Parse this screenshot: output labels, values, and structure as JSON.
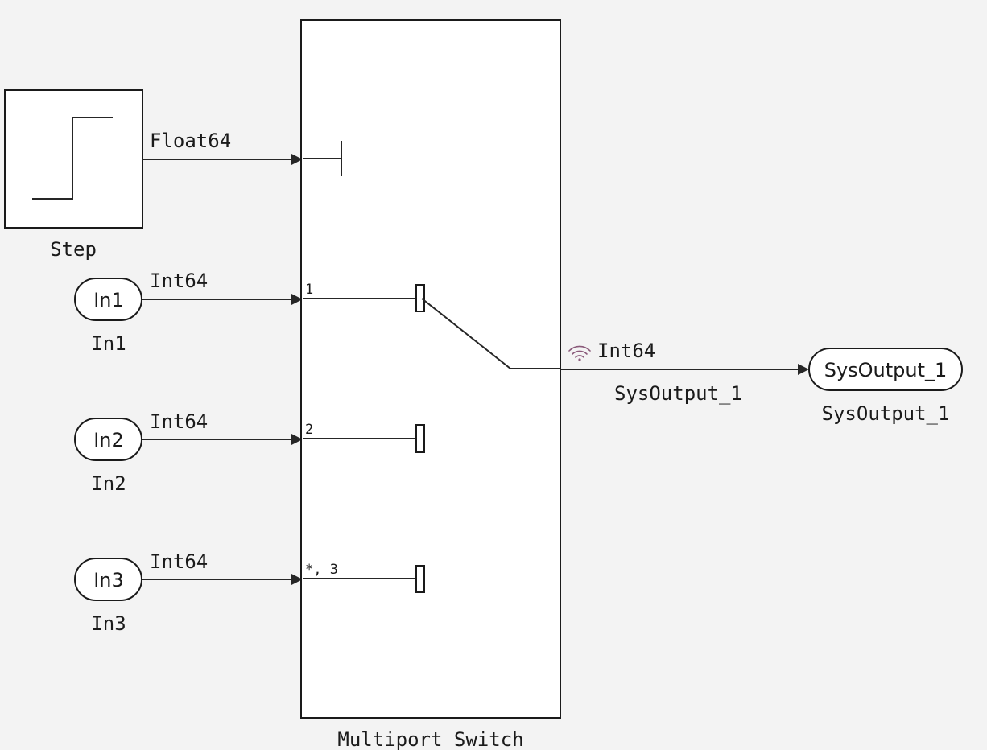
{
  "blocks": {
    "step": {
      "name": "Step"
    },
    "in1": {
      "name": "In1",
      "port_label": "In1"
    },
    "in2": {
      "name": "In2",
      "port_label": "In2"
    },
    "in3": {
      "name": "In3",
      "port_label": "In3"
    },
    "multiport_switch": {
      "name": "Multiport Switch",
      "ports": [
        "1",
        "2",
        "*, 3"
      ]
    },
    "sys_output": {
      "name": "SysOutput_1",
      "port_label": "SysOutput_1"
    }
  },
  "signals": {
    "step_out": "Float64",
    "in1_out": "Int64",
    "in2_out": "Int64",
    "in3_out": "Int64",
    "switch_out": "Int64",
    "switch_out_name": "SysOutput_1"
  },
  "icons": {
    "test_point": "wireless-signal-icon",
    "step": "step-function-icon"
  },
  "colors": {
    "background": "#f3f3f3",
    "block_fill": "#ffffff",
    "line": "#262626",
    "test_point_icon": "#8a5a7a"
  }
}
